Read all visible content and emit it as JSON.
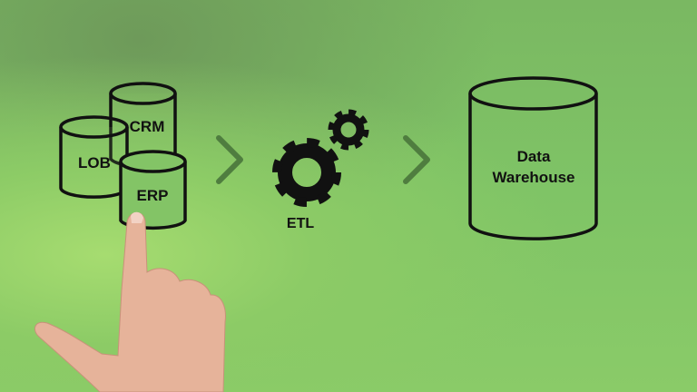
{
  "sources": [
    {
      "label": "LOB"
    },
    {
      "label": "CRM"
    },
    {
      "label": "ERP"
    }
  ],
  "process": {
    "label": "ETL",
    "icon": "gears-icon"
  },
  "target": {
    "line1": "Data",
    "line2": "Warehouse"
  },
  "colors": {
    "stroke": "#111111",
    "arrow": "#4f7d3f",
    "skin": "#e8b49a"
  }
}
